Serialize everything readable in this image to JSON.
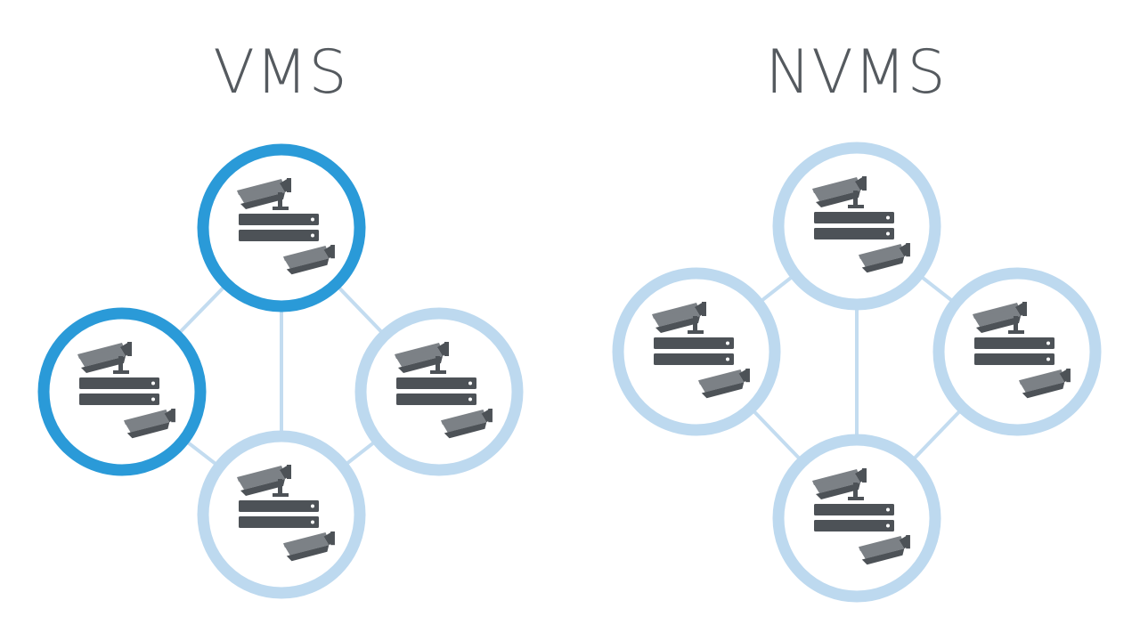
{
  "titles": {
    "left": "VMS",
    "right": "NVMS"
  },
  "colors": {
    "active_ring": "#2a9ad8",
    "inactive_ring": "#bdd9ef",
    "connector": "#c3dcf0",
    "device": "#4d5257",
    "camera": "#7c8186",
    "title": "#555a5f"
  },
  "diagrams": [
    {
      "name": "vms",
      "nodes": [
        {
          "id": "top",
          "active": true,
          "icon": "camera-recorder-icon"
        },
        {
          "id": "left",
          "active": true,
          "icon": "camera-recorder-icon"
        },
        {
          "id": "right",
          "active": false,
          "icon": "camera-recorder-icon"
        },
        {
          "id": "bottom",
          "active": false,
          "icon": "camera-recorder-icon"
        }
      ],
      "links": [
        [
          "top",
          "left"
        ],
        [
          "top",
          "right"
        ],
        [
          "top",
          "bottom"
        ],
        [
          "left",
          "bottom"
        ],
        [
          "right",
          "bottom"
        ]
      ]
    },
    {
      "name": "nvms",
      "nodes": [
        {
          "id": "top",
          "active": false,
          "icon": "camera-recorder-icon"
        },
        {
          "id": "left",
          "active": false,
          "icon": "camera-recorder-icon"
        },
        {
          "id": "right",
          "active": false,
          "icon": "camera-recorder-icon"
        },
        {
          "id": "bottom",
          "active": false,
          "icon": "camera-recorder-icon"
        }
      ],
      "links": [
        [
          "top",
          "left"
        ],
        [
          "top",
          "right"
        ],
        [
          "top",
          "bottom"
        ],
        [
          "left",
          "bottom"
        ],
        [
          "right",
          "bottom"
        ]
      ]
    }
  ]
}
